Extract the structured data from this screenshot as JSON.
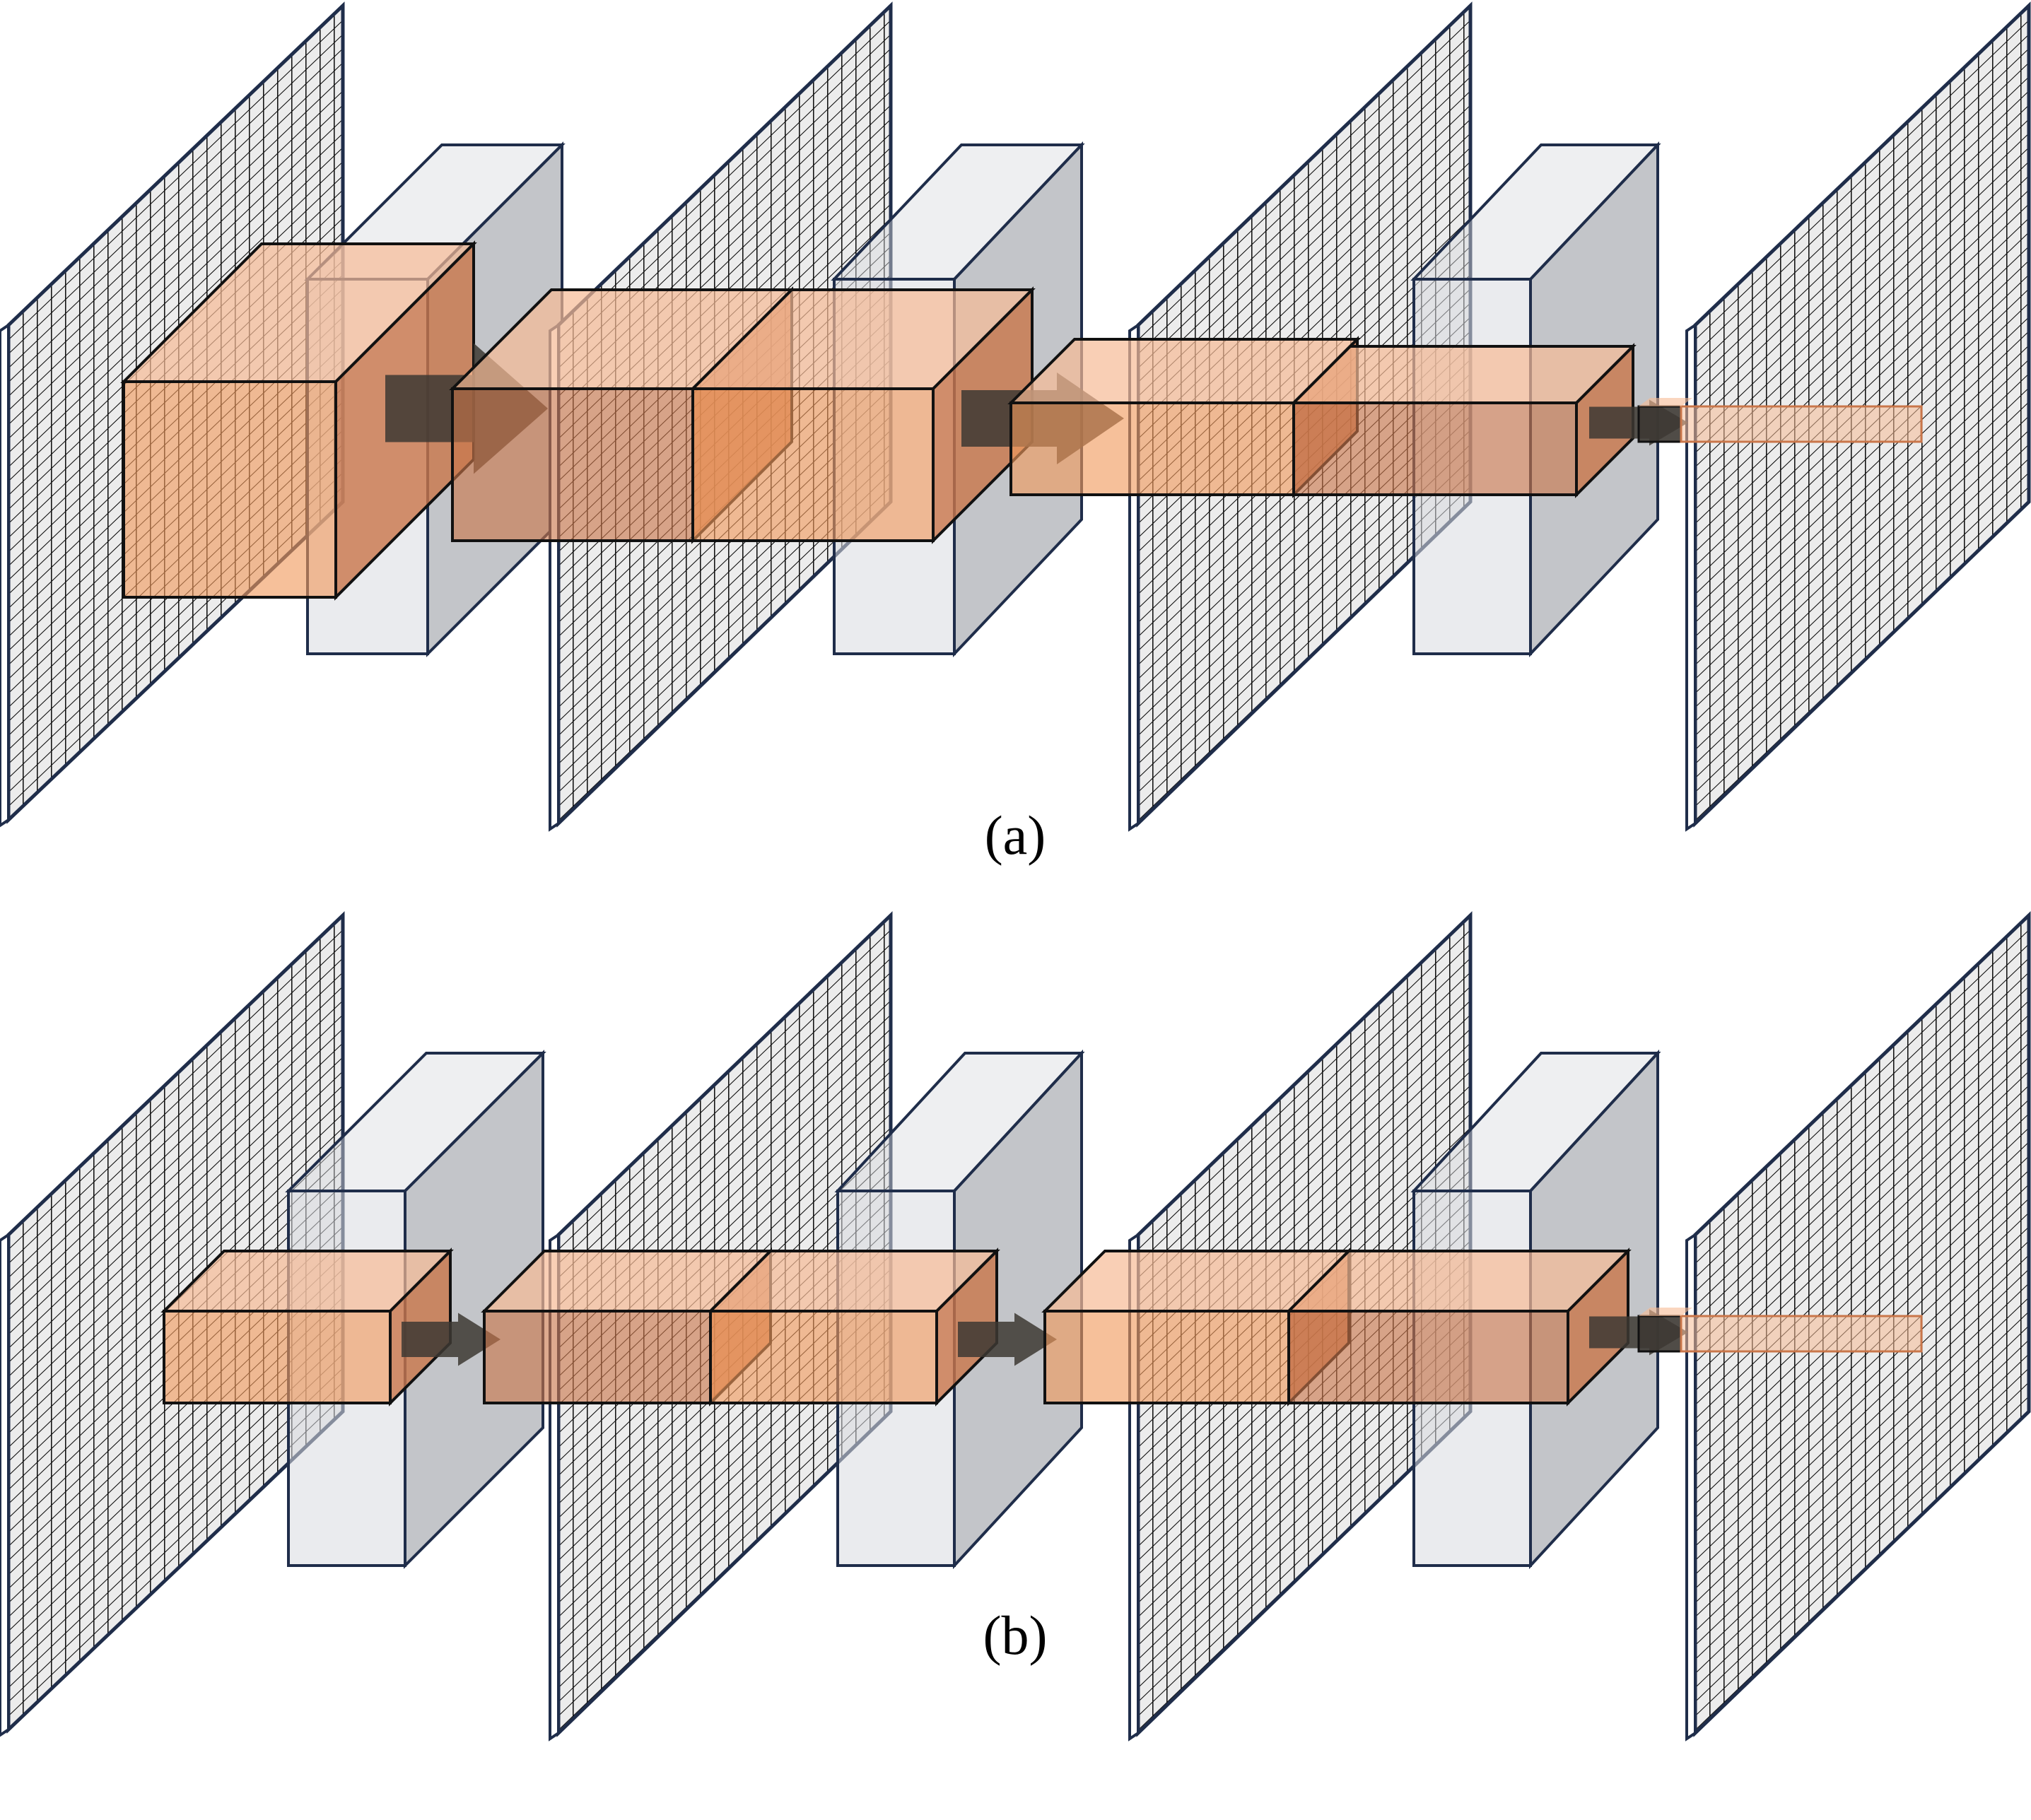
{
  "panels": [
    {
      "id": "a",
      "caption": "(a)"
    },
    {
      "id": "b",
      "caption": "(b)"
    }
  ],
  "colors": {
    "background": "#ffffff",
    "grid_fill": "#ececec",
    "grid_line": "#111111",
    "panel_edge": "#1f2d4a",
    "slab_front": "#d9dbe0",
    "slab_side": "#b9bbbf",
    "box_front": "#f19a5c",
    "box_top": "#f6bb95",
    "box_side": "#c9764a",
    "arrow": "#3d3833"
  },
  "icons": [
    "grid-plane",
    "feature-slab",
    "kernel-cuboid",
    "flow-arrow"
  ]
}
